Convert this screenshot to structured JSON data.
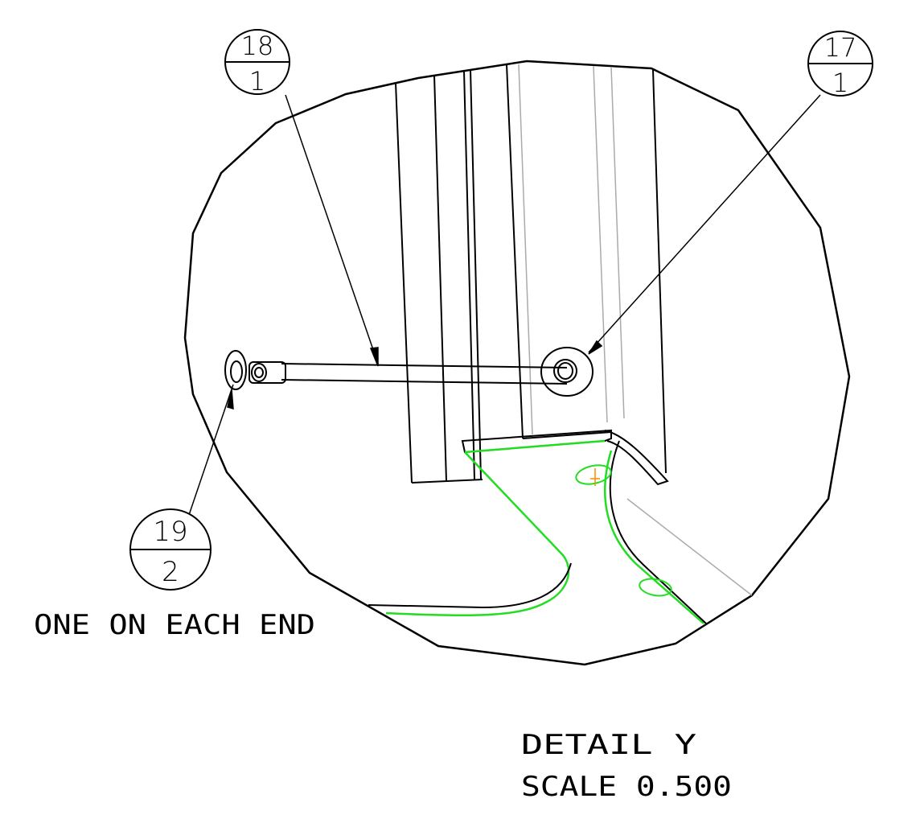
{
  "balloons": [
    {
      "id": "balloon-18",
      "item": "18",
      "qty": "1"
    },
    {
      "id": "balloon-17",
      "item": "17",
      "qty": "1"
    },
    {
      "id": "balloon-19",
      "item": "19",
      "qty": "2"
    }
  ],
  "note": "ONE ON EACH END",
  "detail": {
    "title": "DETAIL  Y",
    "scale": "SCALE  0.500"
  },
  "colors": {
    "outline": "#000000",
    "highlight": "#22dd22",
    "hidden": "#aaaaaa",
    "marker": "#ff8800"
  }
}
